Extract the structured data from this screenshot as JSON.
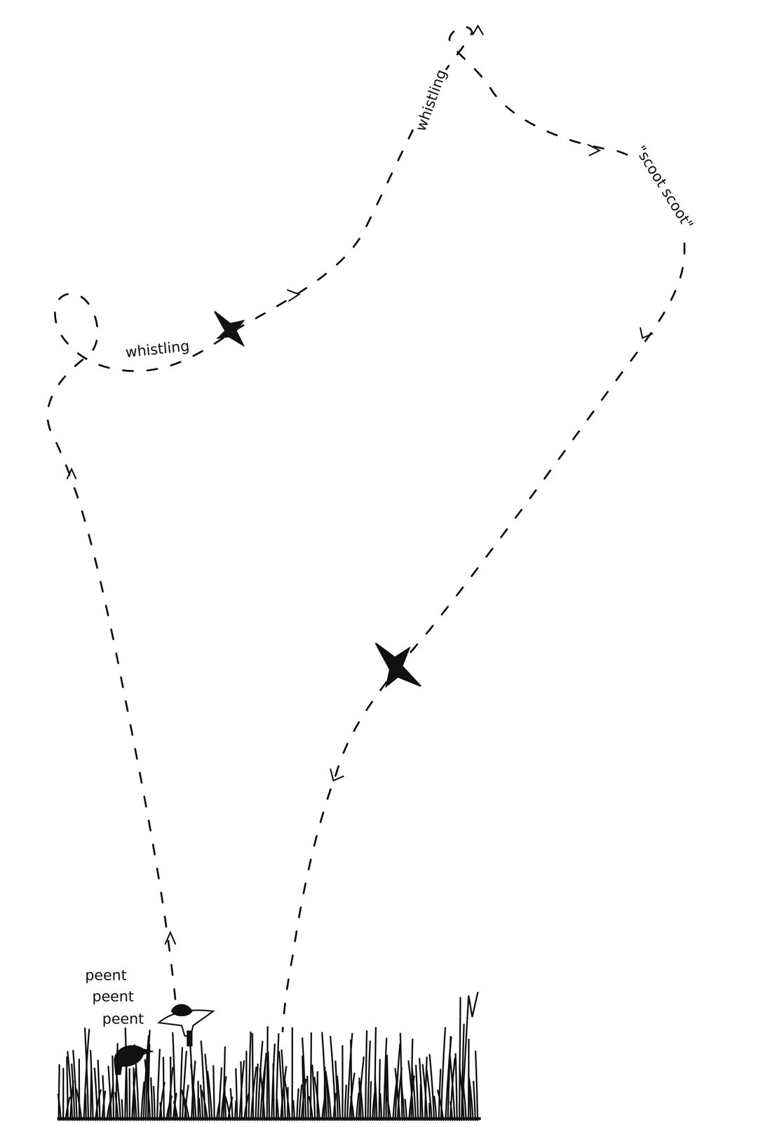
{
  "diagram": {
    "labels": [
      "peent",
      "peent",
      "peent",
      "whistling",
      "whistling",
      "\"scoot scoot\""
    ]
  }
}
